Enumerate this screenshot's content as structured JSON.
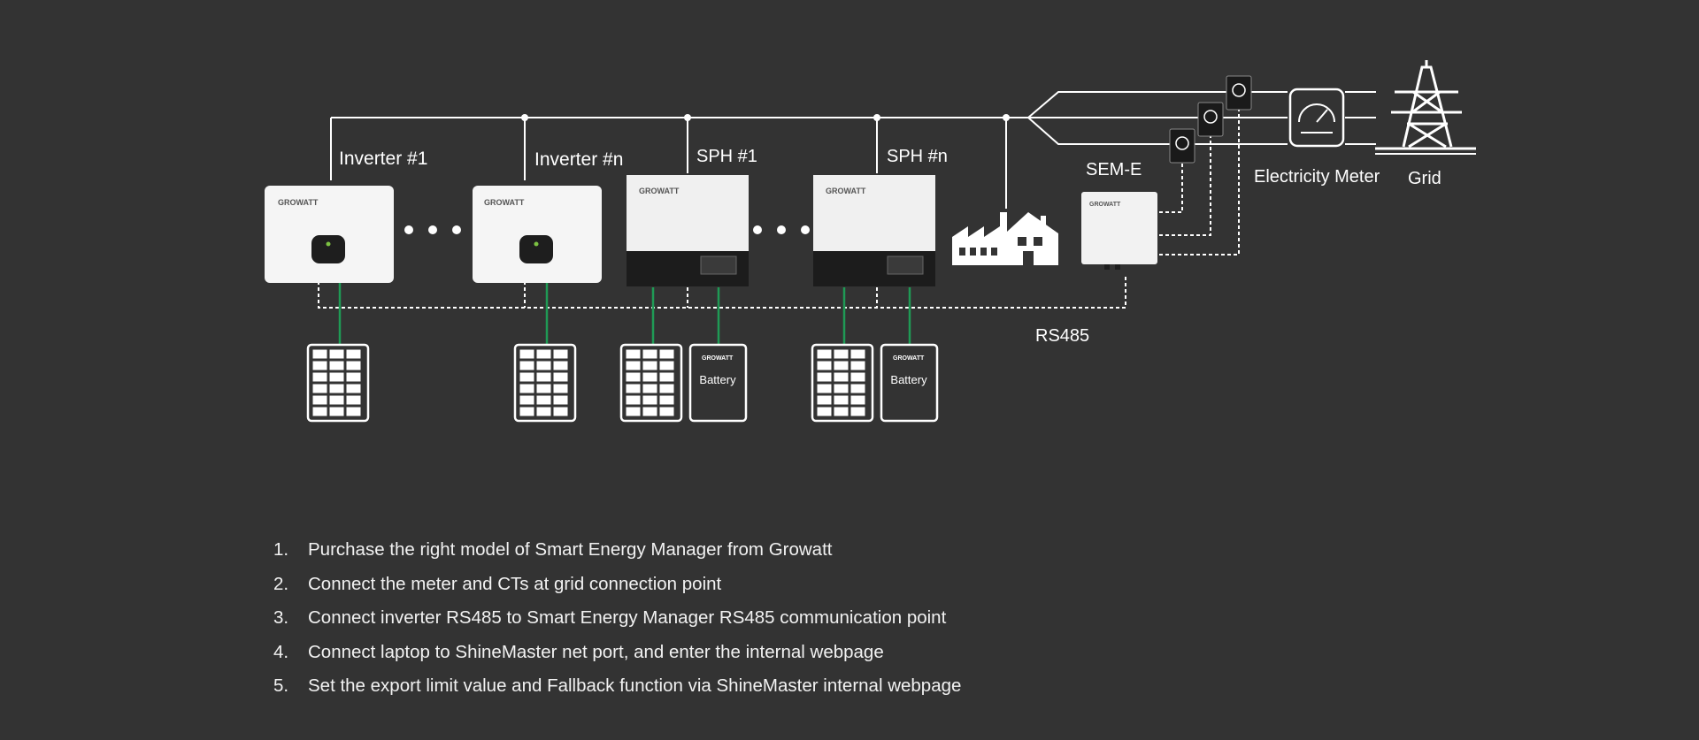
{
  "labels": {
    "inverter_1": "Inverter #1",
    "inverter_n": "Inverter #n",
    "sph_1": "SPH #1",
    "sph_n": "SPH #n",
    "sem_e": "SEM-E",
    "electricity_meter": "Electricity Meter",
    "grid": "Grid",
    "rs485": "RS485",
    "battery": "Battery",
    "brand": "GROWATT"
  },
  "steps": [
    {
      "num": "1.",
      "text": "Purchase the right model of Smart Energy Manager from Growatt"
    },
    {
      "num": "2.",
      "text": "Connect the meter and CTs at grid connection point"
    },
    {
      "num": "3.",
      "text": "Connect inverter RS485 to Smart Energy Manager RS485 communication point"
    },
    {
      "num": "4.",
      "text": "Connect laptop to ShineMaster net port, and enter the internal webpage"
    },
    {
      "num": "5.",
      "text": "Set the export limit value and Fallback function via ShineMaster internal webpage"
    }
  ],
  "colors": {
    "background": "#333333",
    "line": "#ffffff",
    "dc_cable": "#1f9a55",
    "brand_green": "#7cc242"
  }
}
